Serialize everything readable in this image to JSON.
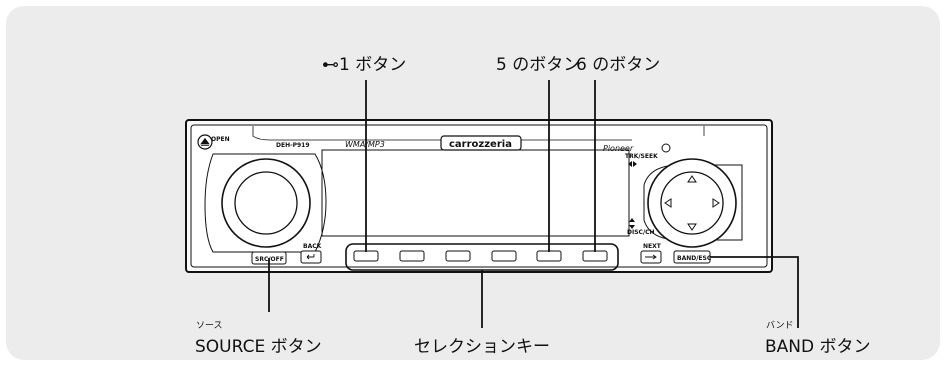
{
  "callouts": {
    "btn1": {
      "icon": "⊷",
      "text": "1 ボタン"
    },
    "btn5": "5 のボタン",
    "btn6": "6 のボタン",
    "source_ruby": "ソース",
    "source": "SOURCE ボタン",
    "selection_keys": "セレクションキー",
    "band_ruby": "バンド",
    "band": "BAND ボタン"
  },
  "unit": {
    "model": "DEH-P919",
    "formats": "WMA/MP3",
    "brand": "carrozzeria",
    "maker": "Pioneer",
    "open": "OPEN",
    "back": "BACK",
    "next": "NEXT",
    "trk_seek": "TRK/SEEK",
    "disc_ch": "DISC/CH",
    "src_off": "SRC/OFF",
    "band_esc": "BAND/ESC"
  },
  "colors": {
    "panel_bg": "#ececec",
    "line": "#111111"
  }
}
